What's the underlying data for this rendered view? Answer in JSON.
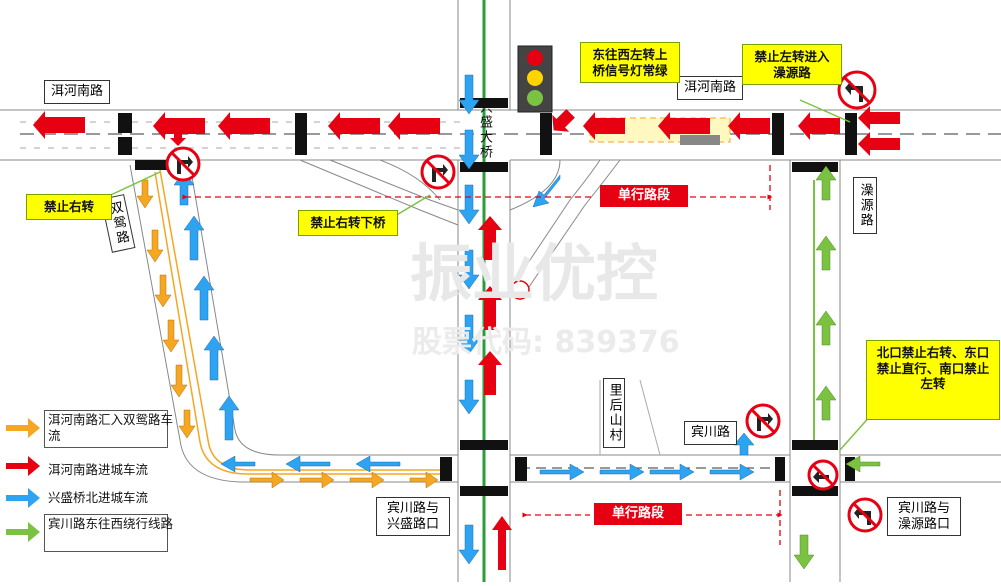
{
  "labels": {
    "erhe_south_left": "洱河南路",
    "erhe_south_right": "洱河南路",
    "xingsheng_bridge": "兴盛大桥",
    "shuangyuan": "双鸳路",
    "zaoyuan": "澡源路",
    "binchuan_road": "宾川路",
    "lihoushan_village": "里后山村",
    "junction_binchuan_xingsheng": "宾川路与兴盛路口",
    "junction_binchuan_zaoyuan": "宾川路与澡源路口"
  },
  "notes": {
    "no_right_turn": "禁止右转",
    "no_right_turn_bridge": "禁止右转下桥",
    "signal_green": "东往西左转上桥信号灯常绿",
    "no_left_into": "禁止左转进入澡源路",
    "north_south_rules": "北口禁止右转、东口禁止直行、南口禁止左转"
  },
  "one_way": {
    "top": "单行路段",
    "bottom": "单行路段"
  },
  "legend": [
    {
      "label": "洱河南路汇入双鸳路车流",
      "color": "#f5a623"
    },
    {
      "label": "洱河南路进城车流",
      "color": "#e60012"
    },
    {
      "label": "兴盛桥北进城车流",
      "color": "#2ea3f2"
    },
    {
      "label": "宾川路东往西绕行线路",
      "color": "#7cc242"
    }
  ],
  "watermark": {
    "main": "振业优控",
    "sub": "股票代码: 839376"
  },
  "colors": {
    "orange": "#f5a623",
    "red": "#e60012",
    "blue": "#2ea3f2",
    "green": "#7cc242",
    "yellow": "#ffff00"
  }
}
